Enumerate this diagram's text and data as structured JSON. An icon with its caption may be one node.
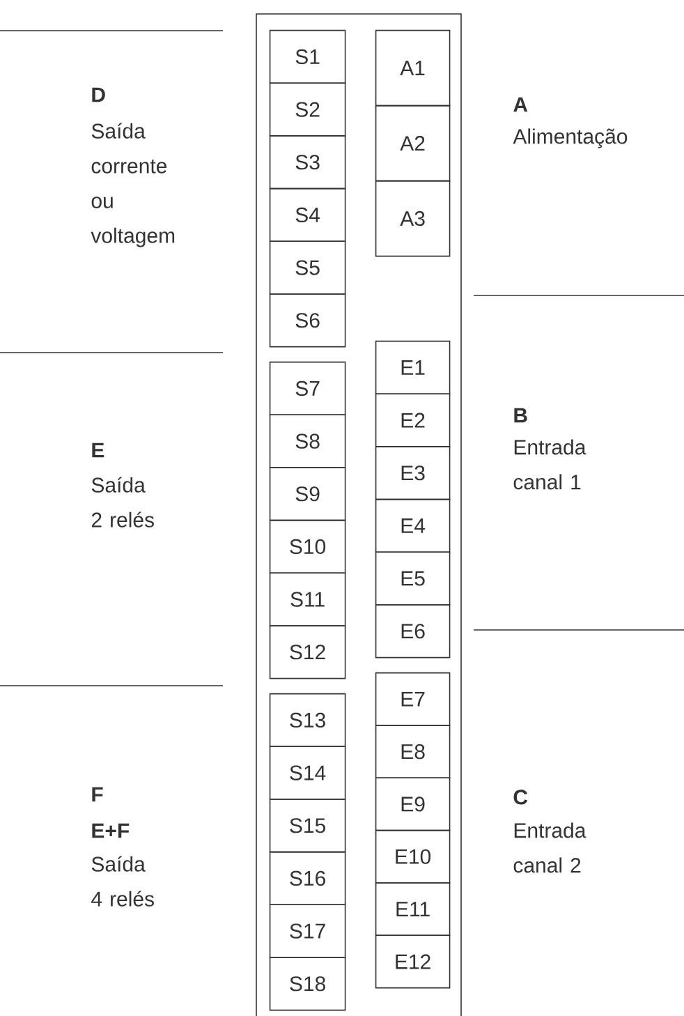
{
  "diagram": {
    "nodes": [
      {
        "text": [],
        "shape": "box"
      },
      {
        "text": [
          "S1"
        ],
        "in": 0
      },
      {
        "text": [
          "S2"
        ],
        "in": 0
      },
      {
        "text": [
          "S3"
        ],
        "in": 0
      },
      {
        "text": [
          "S4"
        ],
        "in": 0
      },
      {
        "text": [
          "S5"
        ],
        "in": 0
      },
      {
        "text": [
          "S6"
        ],
        "in": 0
      },
      {
        "text": [
          "S7"
        ],
        "in": 0
      },
      {
        "text": [
          "S8"
        ],
        "in": 0
      },
      {
        "text": [
          "S9"
        ],
        "in": 0
      },
      {
        "text": [
          "S10"
        ],
        "in": 0
      },
      {
        "text": [
          "S11"
        ],
        "in": 0
      },
      {
        "text": [
          "S12"
        ],
        "in": 0
      },
      {
        "text": [
          "S13"
        ],
        "in": 0
      },
      {
        "text": [
          "S14"
        ],
        "in": 0
      },
      {
        "text": [
          "S15"
        ],
        "in": 0
      },
      {
        "text": [
          "S16"
        ],
        "in": 0
      },
      {
        "text": [
          "S17"
        ],
        "in": 0
      },
      {
        "text": [
          "S18"
        ],
        "in": 0
      },
      {
        "text": [
          "A1"
        ],
        "in": 0
      },
      {
        "text": [
          "A2"
        ],
        "in": 0
      },
      {
        "text": [
          "A3"
        ],
        "in": 0
      },
      {
        "text": [
          "E1"
        ],
        "in": 0
      },
      {
        "text": [
          "E2"
        ],
        "in": 0
      },
      {
        "text": [
          "E3"
        ],
        "in": 0
      },
      {
        "text": [
          "E4"
        ],
        "in": 0
      },
      {
        "text": [
          "E5"
        ],
        "in": 0
      },
      {
        "text": [
          "E6"
        ],
        "in": 0
      },
      {
        "text": [
          "E7"
        ],
        "in": 0
      },
      {
        "text": [
          "E8"
        ],
        "in": 0
      },
      {
        "text": [
          "E9"
        ],
        "in": 0
      },
      {
        "text": [
          "E10"
        ],
        "in": 0
      },
      {
        "text": [
          "E11"
        ],
        "in": 0
      },
      {
        "text": [
          "E12"
        ],
        "in": 0
      }
    ],
    "labels": [
      "D",
      "Saída corrente ou voltagem",
      "A",
      "Alimentação",
      "E",
      "Saída 2 relés",
      "B",
      "Entrada canal 1",
      "F",
      "E+F",
      "Saída 4 relés",
      "C",
      "Entrada canal 2"
    ]
  }
}
